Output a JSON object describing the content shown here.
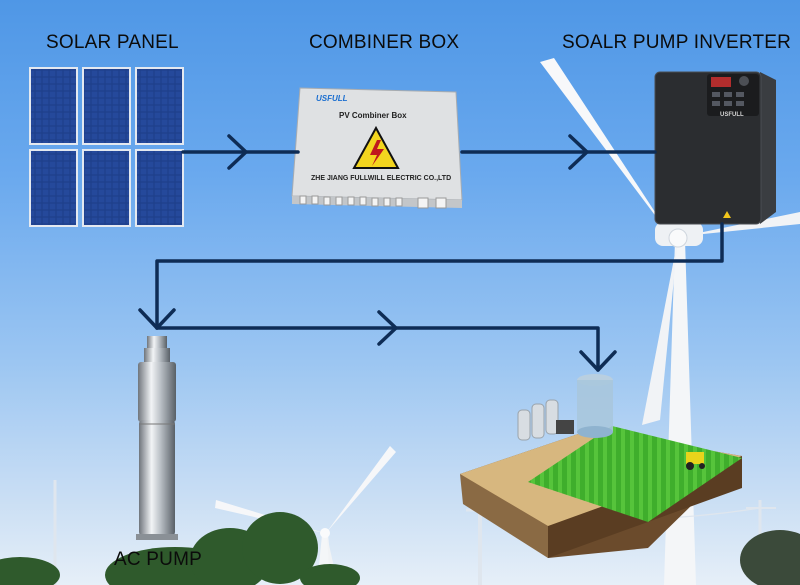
{
  "labels": {
    "solar_panel": "SOLAR PANEL",
    "combiner_box": "COMBINER BOX",
    "inverter": "SOALR PUMP INVERTER",
    "ac_pump": "AC PUMP"
  },
  "combiner": {
    "brand": "USFULL",
    "title": "PV Combiner Box",
    "maker": "ZHE JIANG FULLWILL ELECTRIC CO.,LTD"
  },
  "inverter_device": {
    "brand": "USFULL"
  },
  "colors": {
    "flow_line": "#0e2c55",
    "sky_top": "#4f97e6",
    "panel_cell": "#1e3f8a",
    "field_green": "#3fae2c"
  }
}
